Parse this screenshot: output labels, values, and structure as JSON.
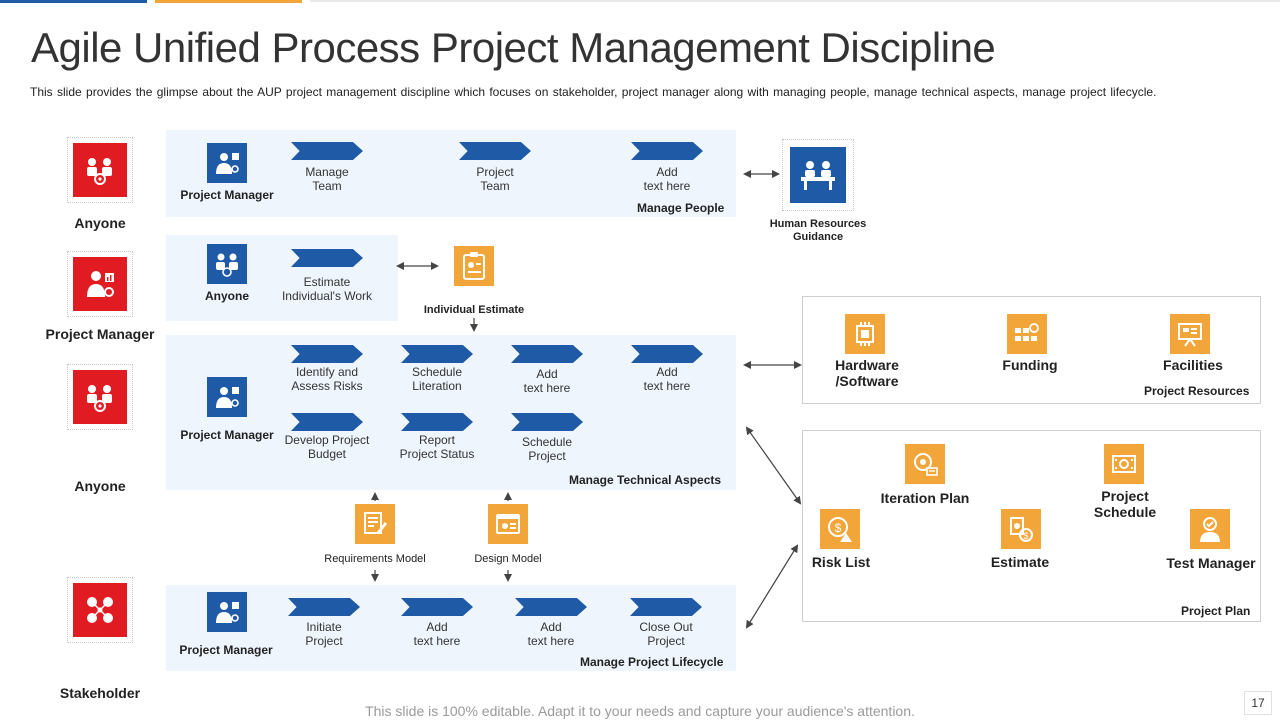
{
  "title": "Agile Unified Process Project Management Discipline",
  "subtitle": "This slide provides  the glimpse about the AUP project management  discipline which focuses on stakeholder, project manager along with managing people, manage technical aspects, manage project lifecycle.",
  "roles": [
    {
      "label": "Anyone",
      "icon": "team-gear-icon"
    },
    {
      "label": "Project Manager",
      "icon": "manager-chart-icon"
    },
    {
      "label": "Anyone",
      "icon": "team-gear-icon"
    },
    {
      "label": "Stakeholder",
      "icon": "network-people-icon"
    }
  ],
  "manage_people": {
    "actor": "Project Manager",
    "steps": [
      "Manage\nTeam",
      "Project\nTeam",
      "Add\ntext here"
    ],
    "label": "Manage People"
  },
  "human_resources": {
    "label": "Human Resources\nGuidance",
    "icon": "meeting-icon"
  },
  "estimate_panel": {
    "actor": "Anyone",
    "step": "Estimate\nIndividual's Work"
  },
  "individual_estimate": {
    "label": "Individual Estimate",
    "icon": "clipboard-icon"
  },
  "technical": {
    "actor": "Project Manager",
    "row1": [
      "Identify and\nAssess Risks",
      "Schedule\nLiteration",
      "Add\ntext here",
      "Add\ntext here"
    ],
    "row2": [
      "Develop Project\nBudget",
      "Report\nProject Status",
      "Schedule\nProject"
    ],
    "label": "Manage Technical Aspects"
  },
  "models": [
    {
      "label": "Requirements Model",
      "icon": "document-pen-icon"
    },
    {
      "label": "Design Model",
      "icon": "design-window-icon"
    }
  ],
  "lifecycle": {
    "actor": "Project Manager",
    "steps": [
      "Initiate\nProject",
      "Add\ntext here",
      "Add\ntext here",
      "Close Out\nProject"
    ],
    "label": "Manage Project Lifecycle"
  },
  "project_resources": {
    "items": [
      {
        "label": "Hardware\n/Software",
        "icon": "hardware-chip-icon"
      },
      {
        "label": "Funding",
        "icon": "money-grid-icon"
      },
      {
        "label": "Facilities",
        "icon": "presentation-board-icon"
      }
    ],
    "label": "Project Resources"
  },
  "project_plan": {
    "items": [
      {
        "label": "Iteration Plan",
        "icon": "iteration-target-icon"
      },
      {
        "label": "Project\nSchedule",
        "icon": "schedule-film-icon"
      },
      {
        "label": "Risk  List",
        "icon": "risk-dollar-icon"
      },
      {
        "label": "Estimate",
        "icon": "estimate-coins-icon"
      },
      {
        "label": "Test Manager",
        "icon": "test-manager-icon"
      }
    ],
    "label": "Project Plan"
  },
  "footer": "This slide is 100% editable. Adapt it to your needs and capture your audience's attention.",
  "page_number": "17",
  "colors": {
    "blue": "#1f5aa6",
    "orange": "#f2a63a",
    "red": "#e11b22",
    "panel": "#eef5fc"
  }
}
